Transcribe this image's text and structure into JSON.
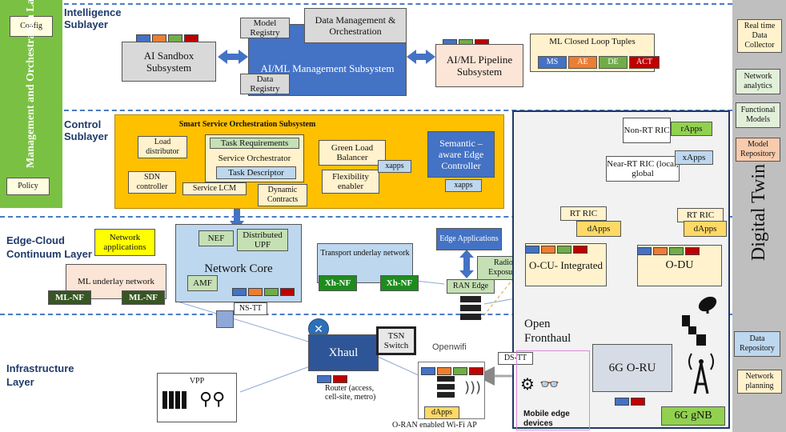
{
  "left_bar": {
    "title": "Management and Orchestration Layer",
    "config": "Config",
    "policy": "Policy"
  },
  "sublayers": {
    "intelligence": "Intelligence Sublayer",
    "control": "Control Sublayer",
    "edge_cloud": "Edge-Cloud Continuum Layer",
    "infrastructure": "Infrastructure Layer"
  },
  "intelligence": {
    "ai_sandbox": "AI Sandbox Subsystem",
    "model_registry": "Model Registry",
    "data_mgmt": "Data Management & Orchestration",
    "aiml_mgmt": "AI/ML Management Subsystem",
    "data_registry": "Data Registry",
    "pipeline": "AI/ML Pipeline Subsystem",
    "closed_loop_title": "ML Closed Loop Tuples",
    "tuples": [
      "MS",
      "AE",
      "DE",
      "ACT"
    ]
  },
  "control": {
    "sso_title": "Smart Service Orchestration Subsystem",
    "load_distributor": "Load distributor",
    "task_requirements": "Task Requirements",
    "service_orchestrator": "Service Orchestrator",
    "task_descriptor": "Task Descriptor",
    "green_lb": "Green Load Balancer",
    "flexibility": "Flexibility enabler",
    "xapps_inner": "xapps",
    "sdn": "SDN controller",
    "service_lcm": "Service LCM",
    "dynamic_contracts": "Dynamic Contracts",
    "semantic_edge": "Semantic – aware Edge Controller",
    "xapps_semantic": "xapps"
  },
  "edge": {
    "network_apps": "Network applications",
    "nef": "NEF",
    "upf": "Distributed UPF",
    "network_core": "Network Core",
    "amf": "AMF",
    "ml_underlay": "ML underlay network",
    "ml_nf_1": "ML-NF",
    "ml_nf_2": "ML-NF",
    "transport": "Transport underlay network",
    "xh_nf_1": "Xh-NF",
    "xh_nf_2": "Xh-NF",
    "edge_apps": "Edge Applications",
    "radio_exposure": "Radio Exposure",
    "ran_edge": "RAN Edge",
    "ns_tt": "NS-TT"
  },
  "ran": {
    "non_rt_ric": "Non-RT RIC",
    "rapps": "rApps",
    "near_rt_ric": "Near-RT RIC (local, global",
    "xapps": "xApps",
    "rt_ric_1": "RT RIC",
    "dapps_1": "dApps",
    "rt_ric_2": "RT RIC",
    "dapps_2": "dApps",
    "o_cu": "O-CU- Integrated",
    "o_du": "O-DU",
    "open_fronthaul": "Open Fronthaul",
    "o_ru": "6G O-RU",
    "gnb": "6G gNB"
  },
  "infra": {
    "xhaul": "Xhaul",
    "tsn": "TSN Switch",
    "router": "Router (access, cell-site, metro)",
    "openwifi": "Openwifi",
    "ds_tt": "DS-TT",
    "dapps": "dApps",
    "oran_ap": "O-RAN enabled Wi-Fi AP",
    "vpp": "VPP",
    "mobile_edge": "Mobile edge devices"
  },
  "right_bar": {
    "realtime": "Real time Data Collector",
    "net_analytics": "Network analytics",
    "functional_models": "Functional Models",
    "model_repo": "Model Repository",
    "digital_twin": "Digital Twin",
    "data_repo": "Data Repository",
    "net_planning": "Network planning"
  },
  "colors": {
    "chip_blue": "#4472c4",
    "chip_orange": "#ed7d31",
    "chip_green": "#70ad47",
    "chip_red": "#c00000"
  }
}
